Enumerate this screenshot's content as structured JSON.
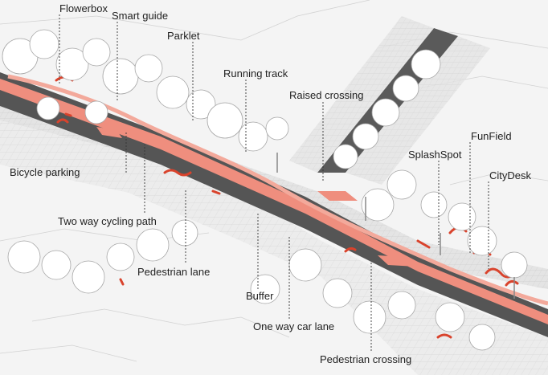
{
  "labels": {
    "flowerbox": "Flowerbox",
    "smart_guide": "Smart guide",
    "parklet": "Parklet",
    "running_track": "Running track",
    "raised_crossing": "Raised crossing",
    "funfield": "FunField",
    "splashspot": "SplashSpot",
    "citydesk": "CityDesk",
    "bicycle_parking": "Bicycle parking",
    "two_way_cycling_path": "Two way cycling path",
    "pedestrian_lane": "Pedestrian lane",
    "buffer": "Buffer",
    "one_way_car_lane": "One way car lane",
    "pedestrian_crossing": "Pedestrian crossing"
  },
  "colors": {
    "background": "#f4f4f4",
    "paving": "#e2e2e2",
    "paving_grid": "#cfcfcf",
    "road": "#555555",
    "cycle_path": "#ef8e7e",
    "accent_red": "#d9432c",
    "tree": "#ffffff",
    "tree_stroke": "#9a9a9a",
    "leader_line": "#333333"
  }
}
